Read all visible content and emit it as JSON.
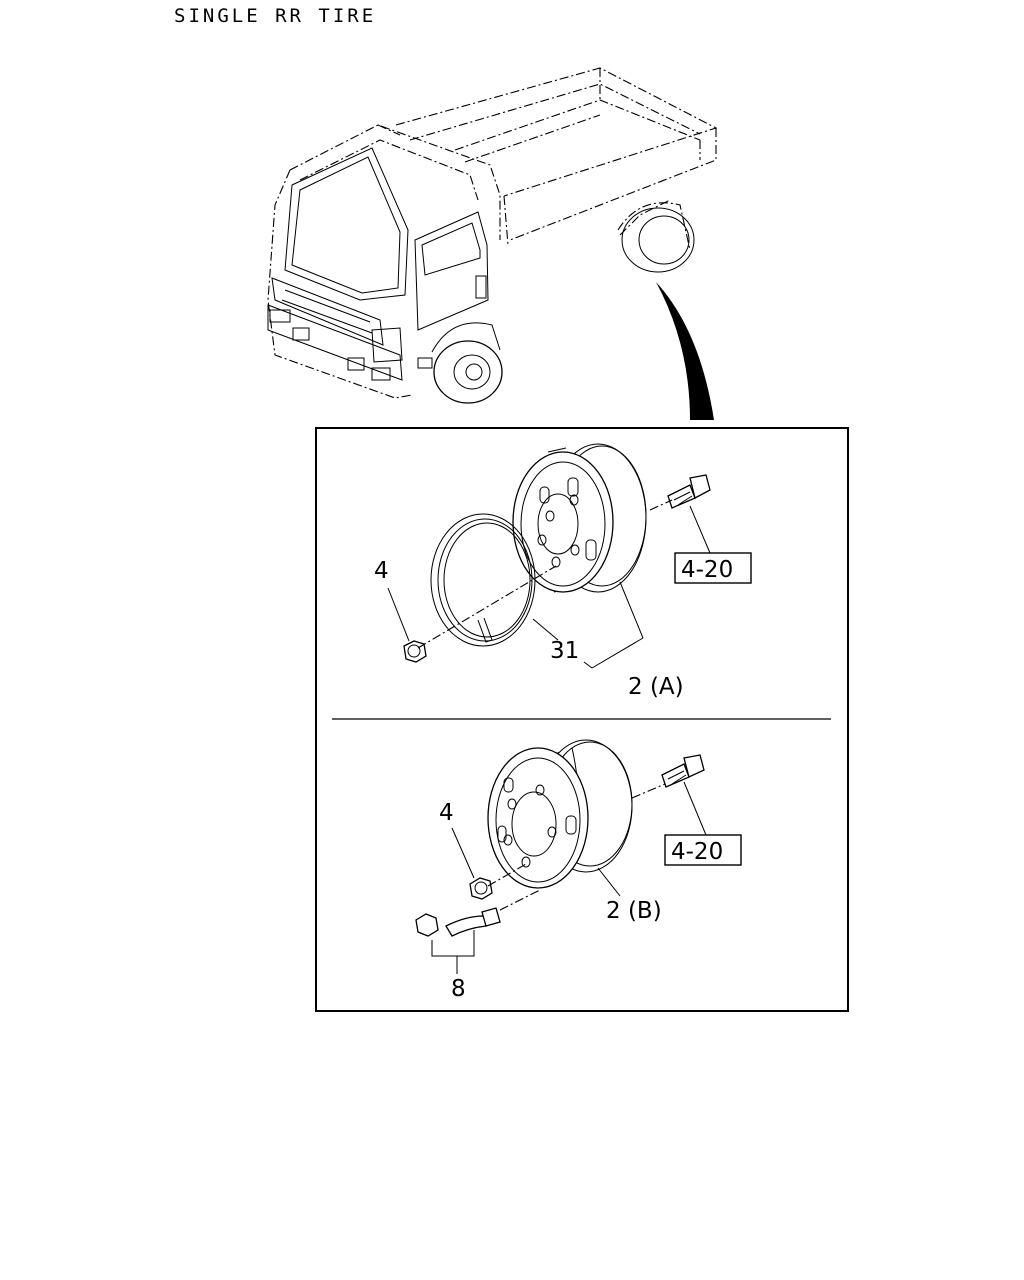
{
  "title": "SINGLE RR TIRE",
  "panel_a": {
    "callouts": {
      "nut": "4",
      "rim_band": "31",
      "wheel": "2 (A)"
    },
    "reference": "4-20"
  },
  "panel_b": {
    "callouts": {
      "nut": "4",
      "wheel": "2 (B)",
      "valve": "8"
    },
    "reference": "4-20"
  }
}
